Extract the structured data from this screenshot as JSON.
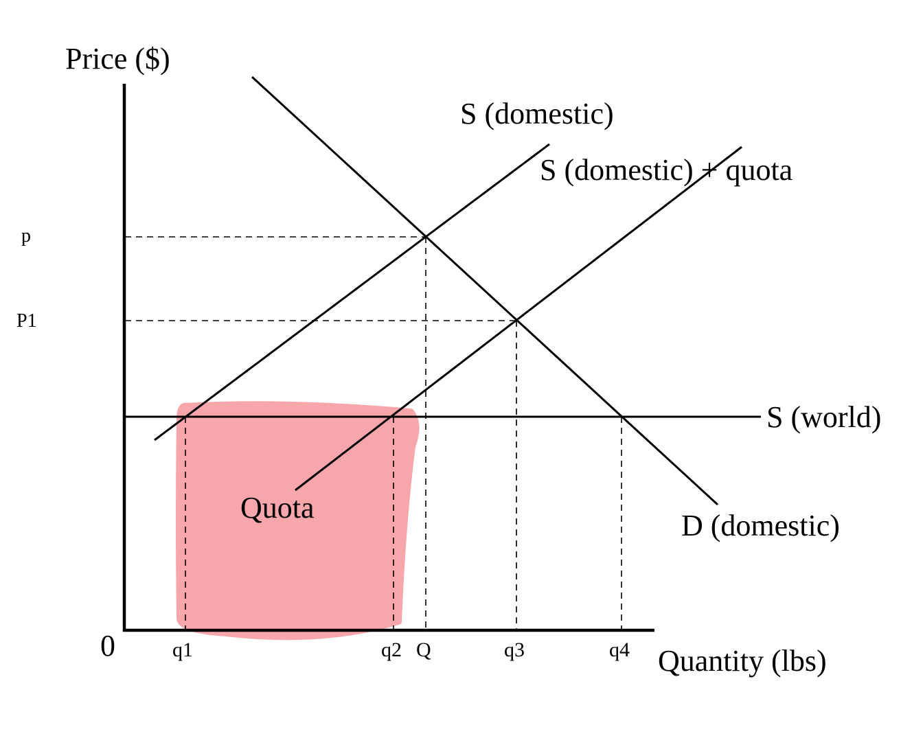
{
  "diagram": {
    "y_axis_label": "Price ($)",
    "x_axis_label": "Quantity (lbs)",
    "origin_label": "0",
    "price_labels": {
      "p": "p",
      "p1": "P1"
    },
    "quantity_labels": {
      "q1": "q1",
      "q2": "q2",
      "Q": "Q",
      "q3": "q3",
      "q4": "q4"
    },
    "curves": {
      "supply_domestic": "S (domestic)",
      "supply_domestic_quota": "S (domestic) + quota",
      "supply_world": "S (world)",
      "demand_domestic": "D (domestic)"
    },
    "quota_label": "Quota",
    "highlight_color": "#f7a6ab"
  }
}
